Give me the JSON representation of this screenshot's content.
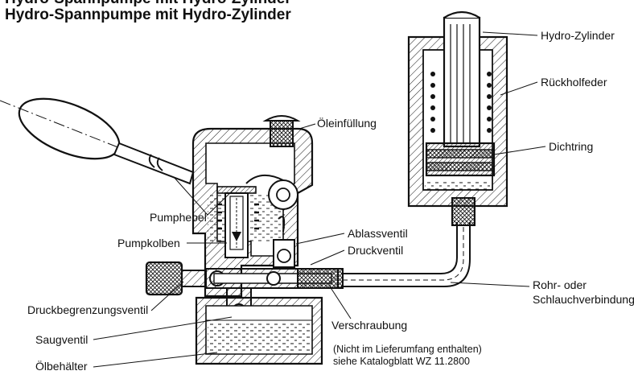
{
  "title": {
    "line1": "Hydro-Spannpumpe mit Hydro-Zylinder",
    "line0_partial": "Hydro-Spannpumpe mit Hydro-Zylinder"
  },
  "labels": {
    "hydro_zylinder": "Hydro-Zylinder",
    "rueckholfeder": "Rückholfeder",
    "dichtring": "Dichtring",
    "oeleinfuellung": "Öleinfüllung",
    "pumphebel": "Pumphebel",
    "pumpkolben": "Pumpkolben",
    "ablassventil": "Ablassventil",
    "druckventil": "Druckventil",
    "rohr_line1": "Rohr- oder",
    "rohr_line2": "Schlauchverbindung",
    "druckbegrenzungsventil": "Druckbegrenzungsventil",
    "saugventil": "Saugventil",
    "verschraubung": "Verschraubung",
    "oelbehaelter": "Ölbehälter"
  },
  "notes": {
    "line1": "(Nicht im Lieferumfang enthalten)",
    "line2": "siehe Katalogblatt WZ 11.2800"
  }
}
